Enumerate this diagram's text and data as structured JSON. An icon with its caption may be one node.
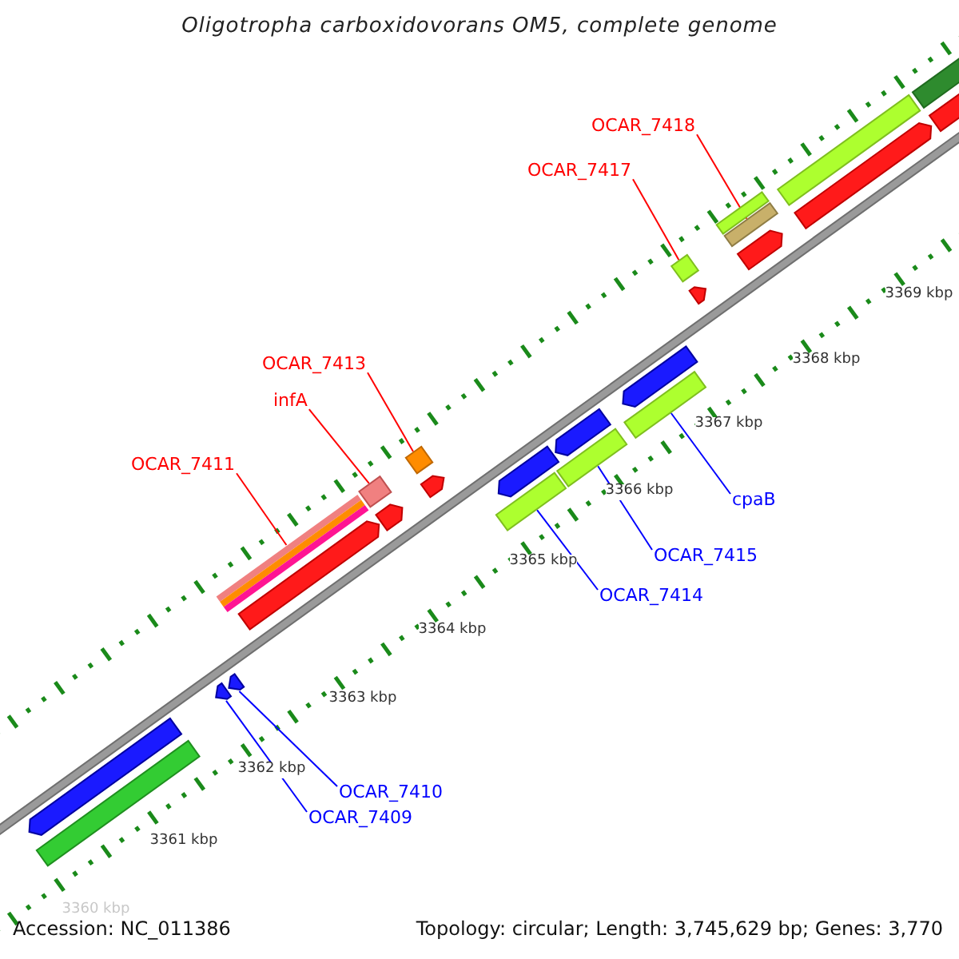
{
  "diagram": {
    "title": "Oligotropha carboxidovorans OM5, complete genome",
    "nodes": [
      {
        "text": [
          "OCAR_7418"
        ]
      },
      {
        "text": [
          "OCAR_7417"
        ]
      },
      {
        "text": [
          "OCAR_7413"
        ]
      },
      {
        "text": [
          "infA"
        ]
      },
      {
        "text": [
          "OCAR_7411"
        ]
      },
      {
        "text": [
          "cpaB"
        ]
      },
      {
        "text": [
          "OCAR_7415"
        ]
      },
      {
        "text": [
          "OCAR_7414"
        ]
      },
      {
        "text": [
          "OCAR_7410"
        ]
      },
      {
        "text": [
          "OCAR_7409"
        ]
      },
      {
        "text": [],
        "shape": "bar"
      },
      {
        "text": [],
        "shape": "bar"
      },
      {
        "text": [],
        "shape": "bar"
      },
      {
        "text": [],
        "shape": "bar"
      },
      {
        "text": [],
        "shape": "bar"
      },
      {
        "text": [],
        "shape": "bar"
      },
      {
        "text": [],
        "shape": "bar"
      },
      {
        "text": [],
        "shape": "bar"
      },
      {
        "text": [],
        "shape": "arrow"
      },
      {
        "text": [],
        "shape": "arrow"
      },
      {
        "text": [],
        "shape": "bar"
      },
      {
        "text": [],
        "shape": "bar"
      },
      {
        "text": [],
        "shape": "arrow"
      },
      {
        "text": [],
        "shape": "arrow"
      },
      {
        "text": [],
        "shape": "bar"
      },
      {
        "text": [],
        "shape": "arrow"
      },
      {
        "text": [],
        "shape": "arrow"
      },
      {
        "text": [],
        "shape": "arrow"
      },
      {
        "text": [],
        "shape": "arrow"
      },
      {
        "text": [],
        "shape": "arrow"
      },
      {
        "text": [],
        "shape": "arrow"
      },
      {
        "text": [],
        "shape": "arrow"
      },
      {
        "text": [],
        "shape": "arrow"
      },
      {
        "text": [],
        "shape": "arrow"
      },
      {
        "text": [],
        "shape": "bar"
      }
    ],
    "edges": [
      {
        "from": 0,
        "to": 10,
        "arrow": "none",
        "color": "#ff0000"
      },
      {
        "from": 1,
        "to": 11,
        "arrow": "none",
        "color": "#ff0000"
      },
      {
        "from": 2,
        "to": 12,
        "arrow": "none",
        "color": "#ff0000"
      },
      {
        "from": 3,
        "to": 13,
        "arrow": "none",
        "color": "#ff0000"
      },
      {
        "from": 4,
        "to": 14,
        "arrow": "none",
        "color": "#ff0000"
      },
      {
        "from": 5,
        "to": 15,
        "arrow": "none",
        "color": "#0000ff"
      },
      {
        "from": 6,
        "to": 16,
        "arrow": "none",
        "color": "#0000ff"
      },
      {
        "from": 7,
        "to": 17,
        "arrow": "none",
        "color": "#0000ff"
      },
      {
        "from": 8,
        "to": 19,
        "arrow": "none",
        "color": "#0000ff"
      },
      {
        "from": 9,
        "to": 18,
        "arrow": "none",
        "color": "#0000ff"
      }
    ],
    "labels": [
      "3369 kbp",
      "3368 kbp",
      "3367 kbp",
      "3366 kbp",
      "3365 kbp",
      "3364 kbp",
      "3363 kbp",
      "3362 kbp",
      "3361 kbp",
      "3360 kbp",
      "Accession: NC_011386",
      "Topology: circular; Length: 3,745,629 bp; Genes: 3,770"
    ]
  }
}
